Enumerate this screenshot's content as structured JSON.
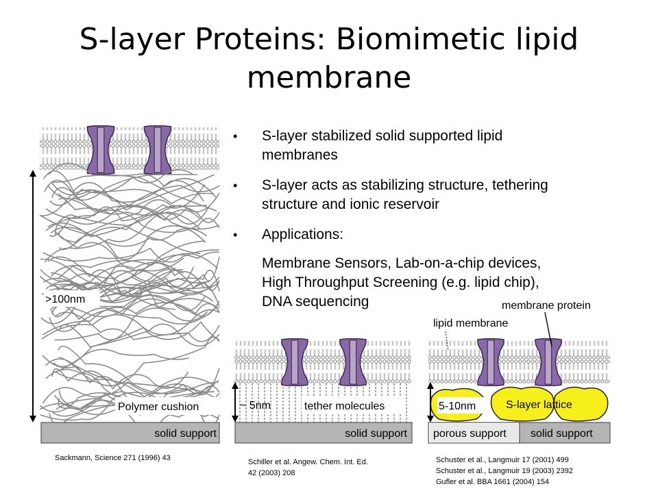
{
  "title": {
    "line1": "S-layer Proteins: Biomimetic lipid",
    "line2": "membrane"
  },
  "bullets": [
    {
      "line1": "S-layer stabilized solid supported lipid",
      "line2": "membranes"
    },
    {
      "line1": "S-layer acts as stabilizing structure, tethering",
      "line2": "structure and ionic reservoir"
    },
    {
      "line1": "Applications:",
      "line2": ""
    }
  ],
  "applications": {
    "line1": "Membrane Sensors, Lab-on-a-chip devices,",
    "line2": "High Throughput Screening (e.g. lipid chip),",
    "line3": "DNA sequencing"
  },
  "panel1": {
    "thickness": ">100nm",
    "cushion": "Polymer cushion",
    "support": "solid support",
    "citation": "Sackmann, Science 271 (1996) 43"
  },
  "panel2": {
    "thickness": "~ 5nm",
    "tether": "tether molecules",
    "support": "solid support",
    "citation1": "Schiller et al. Angew. Chem. Int. Ed.",
    "citation2": "42 (2003) 208"
  },
  "panel3": {
    "protein_label": "membrane protein",
    "membrane_label": "lipid membrane",
    "thickness": "5-10nm",
    "lattice": "S-layer lattice",
    "porous": "porous support",
    "support": "solid support",
    "citation1": "Schuster et al., Langmuir 17 (2001) 499",
    "citation2": "Schuster et al., Langmuir 19 (2003) 2392",
    "citation3": "Gufler et al. BBA 1661 (2004) 154"
  },
  "colors": {
    "protein": "#8a6aa6",
    "protein_core": "#b9a3c9",
    "slayer": "#f7ef1a",
    "support": "#b5b5b5",
    "polymer": "#8a8a8a"
  }
}
